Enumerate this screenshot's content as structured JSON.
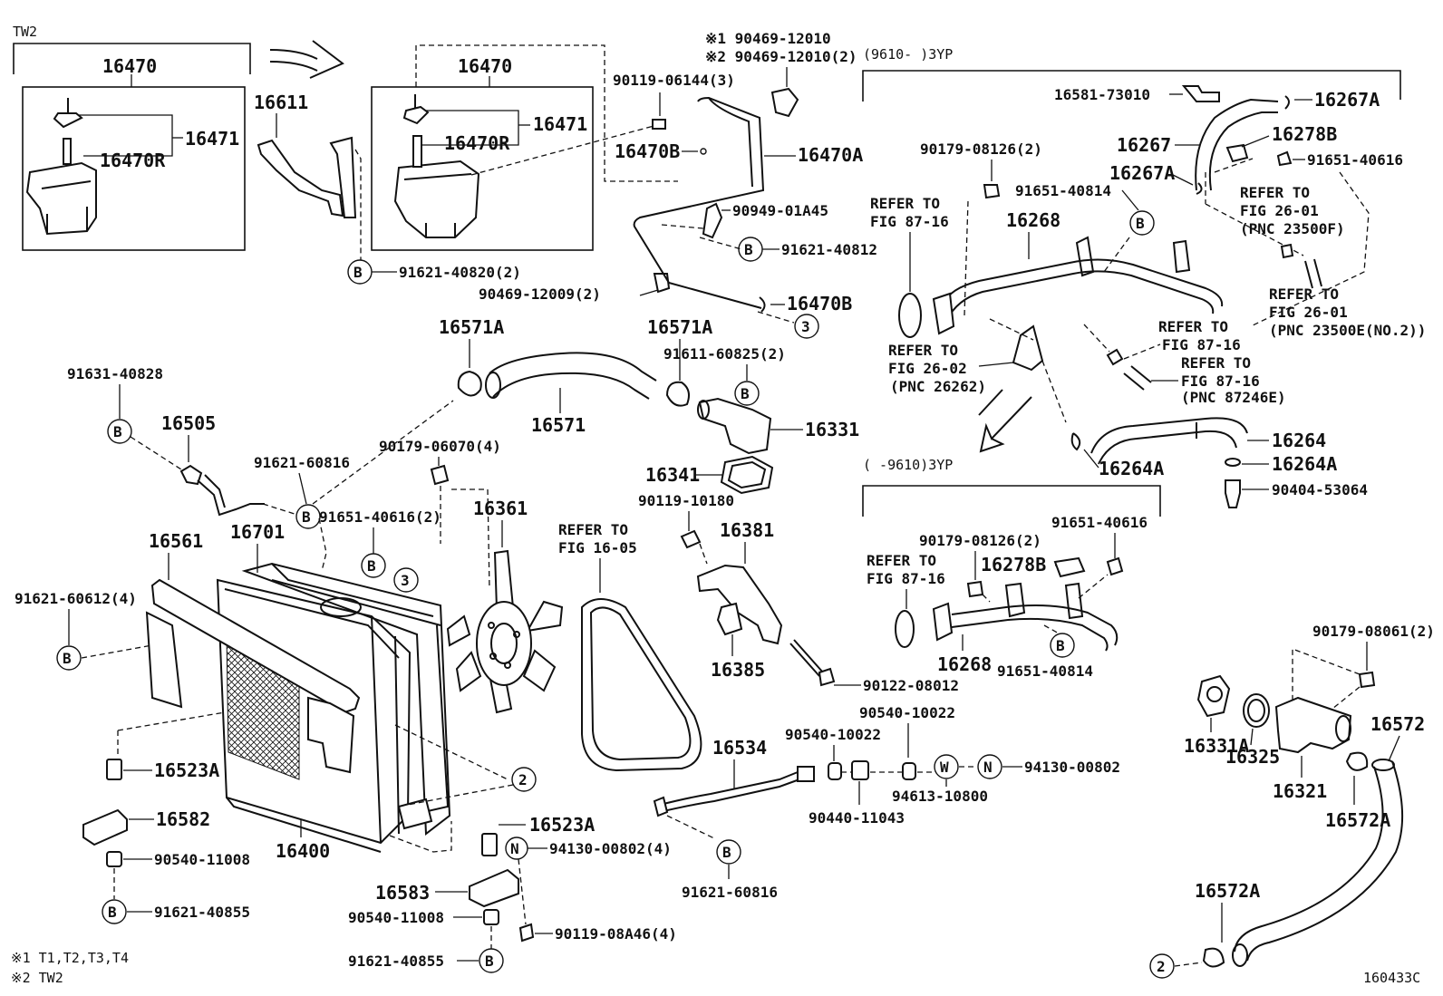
{
  "figure_code": "160433C",
  "footnotes": [
    "※1 T1,T2,T3,T4",
    "※2 TW2"
  ],
  "section_labels": {
    "tw2": "TW2",
    "late_3yp": "(9610-      )3YP",
    "early_3yp": "(      -9610)3YP"
  },
  "circle_markers": {
    "b": "B",
    "n": "N",
    "w": "W",
    "ref2": "2",
    "ref3": "3"
  },
  "parts": {
    "p16470_left": "16470",
    "p16470_mid": "16470",
    "p16471_left": "16471",
    "p16471_mid": "16471",
    "p16470r_left": "16470R",
    "p16470r_mid": "16470R",
    "p16611": "16611",
    "p91621_40820": "91621-40820(2)",
    "p90119_06144": "90119-06144(3)",
    "p16470b_top": "16470B",
    "p16470a": "16470A",
    "p90469_12010_1": "※1 90469-12010",
    "p90469_12010_2": "※2 90469-12010(2)",
    "p90949_01a45": "90949-01A45",
    "p91621_40812": "91621-40812",
    "p90469_12009": "90469-12009(2)",
    "p16470b_bot": "16470B",
    "p16581_73010": "16581-73010",
    "p16267a_top": "16267A",
    "p16267": "16267",
    "p16278b_top": "16278B",
    "p91651_40616_top": "91651-40616",
    "p90179_08126_top": "90179-08126(2)",
    "p16267a_mid": "16267A",
    "p91651_40814_top": "91651-40814",
    "p16268_top": "16268",
    "p16264": "16264",
    "p16264a_right": "16264A",
    "p16264a_left": "16264A",
    "p90404_53064": "90404-53064",
    "p16571a_left": "16571A",
    "p16571a_right": "16571A",
    "p16571": "16571",
    "p91611_60825": "91611-60825(2)",
    "p16331": "16331",
    "p16341": "16341",
    "p91631_40828": "91631-40828",
    "p16505": "16505",
    "p91621_60816_top": "91621-60816",
    "p90179_06070": "90179-06070(4)",
    "p91651_40616_mid": "91651-40616(2)",
    "p16361": "16361",
    "p90119_10180": "90119-10180",
    "p16381": "16381",
    "p16385": "16385",
    "p16561": "16561",
    "p16701": "16701",
    "p91621_60612": "91621-60612(4)",
    "p16523a_left": "16523A",
    "p16582": "16582",
    "p90540_11008_left": "90540-11008",
    "p91621_40855_left": "91621-40855",
    "p16400": "16400",
    "p16523a_mid": "16523A",
    "p94130_00802_left": "94130-00802(4)",
    "p16583": "16583",
    "p90540_11008_mid": "90540-11008",
    "p90119_08a46": "90119-08A46(4)",
    "p91621_40855_mid": "91621-40855",
    "p16534": "16534",
    "p91621_60816_bot": "91621-60816",
    "p90122_08012": "90122-08012",
    "p90540_10022_a": "90540-10022",
    "p90540_10022_b": "90540-10022",
    "p94130_00802_right": "94130-00802",
    "p94613_10800": "94613-10800",
    "p90440_11043": "90440-11043",
    "p91651_40616_low": "91651-40616",
    "p90179_08126_low": "90179-08126(2)",
    "p16278b_low": "16278B",
    "p16268_low": "16268",
    "p91651_40814_low": "91651-40814",
    "p90179_08061": "90179-08061(2)",
    "p16331a": "16331A",
    "p16325": "16325",
    "p16321": "16321",
    "p16572": "16572",
    "p16572a_right": "16572A",
    "p16572a_left": "16572A"
  },
  "refers": {
    "r87_16_a": [
      "REFER TO",
      "FIG 87-16"
    ],
    "r26_01_a": [
      "REFER TO",
      "FIG 26-01",
      "(PNC 23500F)"
    ],
    "r26_01_b": [
      "REFER TO",
      "FIG 26-01",
      "(PNC 23500E(NO.2))"
    ],
    "r87_16_b": [
      "REFER TO",
      "FIG 87-16"
    ],
    "r87_16_c": [
      "REFER TO",
      "FIG 87-16",
      "(PNC 87246E)"
    ],
    "r26_02": [
      "REFER TO",
      "FIG 26-02",
      "(PNC 26262)"
    ],
    "r16_05": [
      "REFER TO",
      "FIG 16-05"
    ],
    "r87_16_d": [
      "REFER TO",
      "FIG 87-16"
    ]
  }
}
